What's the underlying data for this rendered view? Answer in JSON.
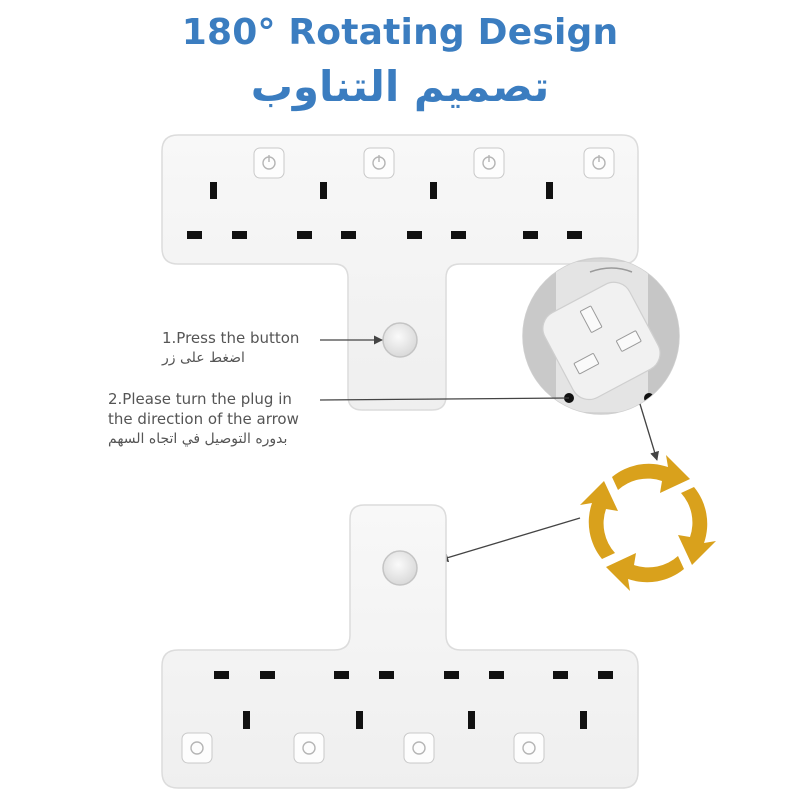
{
  "title": {
    "english": "180° Rotating Design",
    "arabic": "تصميم التناوب"
  },
  "steps": [
    {
      "english": "1.Press the button",
      "arabic": "اضغط على زر"
    },
    {
      "english_line1": "2.Please turn the plug in",
      "english_line2": "the direction of the arrow",
      "arabic": "بدوره التوصيل في اتجاه السهم"
    }
  ],
  "colors": {
    "title": "#3b7dc0",
    "arrow": "#d9a11c",
    "socket_body": "#f4f4f4",
    "outline": "#d8d8d8",
    "pin": "#111111"
  },
  "icons": {
    "rotate_arrows": "circular-rotation-arrows-icon",
    "power_switch": "power-switch-icon",
    "release_button": "release-button-icon"
  }
}
